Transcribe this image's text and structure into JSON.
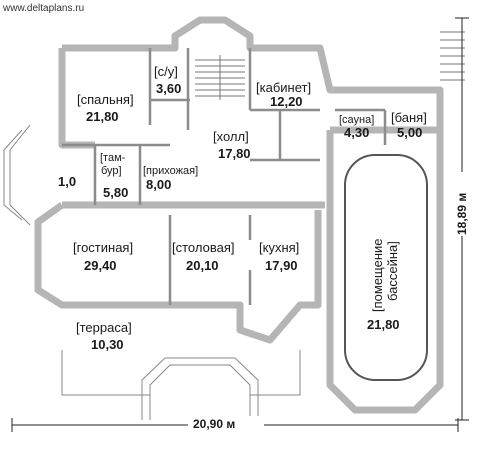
{
  "watermark": "www.deltaplans.ru",
  "rooms": {
    "bedroom": {
      "name": "[спальня]",
      "area": "21,80"
    },
    "wc": {
      "name": "[с/у]",
      "area": "3,60"
    },
    "office": {
      "name": "[кабинет]",
      "area": "12,20"
    },
    "hall": {
      "name": "[холл]",
      "area": "17,80"
    },
    "sauna": {
      "name": "[сауна]",
      "area": "4,30"
    },
    "bath": {
      "name": "[баня]",
      "area": "5,00"
    },
    "vestibule": {
      "name_line1": "[там-",
      "name_line2": "бур]",
      "area": "5,80"
    },
    "porch": {
      "area": "1,0"
    },
    "entry": {
      "name": "[прихожая]",
      "area": "8,00"
    },
    "living": {
      "name": "[гостиная]",
      "area": "29,40"
    },
    "dining": {
      "name": "[столовая]",
      "area": "20,10"
    },
    "kitchen": {
      "name": "[кухня]",
      "area": "17,90"
    },
    "pool": {
      "name_line1": "[помещение",
      "name_line2": "бассейна]",
      "area": "21,80"
    },
    "terrace": {
      "name": "[терраса]",
      "area": "10,30"
    }
  },
  "dimensions": {
    "width": "20,90 м",
    "height": "18,89 м"
  }
}
